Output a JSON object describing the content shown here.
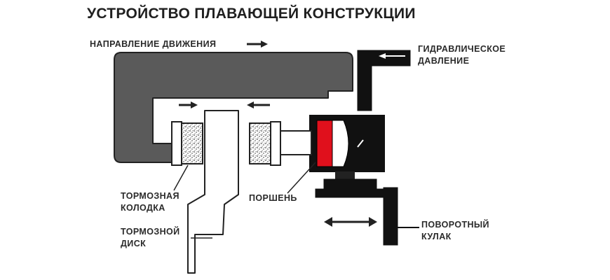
{
  "title": "УСТРОЙСТВО ПЛАВАЮЩЕЙ КОНСТРУКЦИИ",
  "labels": {
    "direction": "НАПРАВЛЕНИЕ ДВИЖЕНИЯ",
    "hydraulic_line1": "ГИДРАВЛИЧЕСКОЕ",
    "hydraulic_line2": "ДАВЛЕНИЕ",
    "pad_line1": "ТОРМОЗНАЯ",
    "pad_line2": "КОЛОДКА",
    "piston": "ПОРШЕНЬ",
    "disc_line1": "ТОРМОЗНОЙ",
    "disc_line2": "ДИСК",
    "knuckle_line1": "ПОВОРОТНЫЙ",
    "knuckle_line2": "КУЛАК"
  },
  "colors": {
    "caliper": "#5a5a5a",
    "cylinder": "#111111",
    "piston": "#e0101c",
    "outline": "#222222",
    "text": "#2a2a2a"
  }
}
